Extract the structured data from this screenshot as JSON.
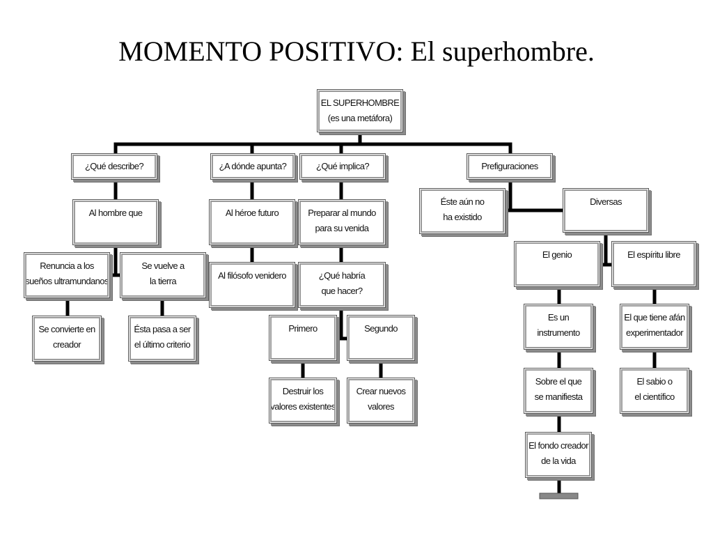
{
  "title": "MOMENTO POSITIVO: El superhombre.",
  "colors": {
    "line": "#000000",
    "border": "#555555",
    "shadow": "#8c8c8c"
  },
  "nodes": {
    "root": "EL SUPERHOMBRE\n(es una metáfora)",
    "que_describe": "¿Qué describe?",
    "a_donde_apunta": "¿A dónde apunta?",
    "que_implica": "¿Qué implica?",
    "prefiguraciones": "Prefiguraciones",
    "al_hombre_que": "Al hombre que",
    "al_heroe_futuro": "Al héroe futuro",
    "preparar_mundo": "Preparar al mundo\npara su venida",
    "este_aun_no": "Éste aún no\nha existido",
    "diversas": "Diversas",
    "renuncia": "Renuncia a los\nsueños ultramundanos",
    "se_vuelve": "Se vuelve a\nla tierra",
    "al_filosofo": "Al filósofo venidero",
    "que_habria": "¿Qué habría\nque hacer?",
    "el_genio": "El genio",
    "espiritu_libre": "El espíritu libre",
    "se_convierte": "Se convierte en\ncreador",
    "esta_pasa": "Ésta pasa a ser\nel último criterio",
    "primero": "Primero",
    "segundo": "Segundo",
    "es_instrumento": "Es un\ninstrumento",
    "afan_experimentador": "El que tiene afán\nexperimentador",
    "destruir": "Destruir los\nvalores existentes",
    "crear": "Crear nuevos\nvalores",
    "sobre_el_que": "Sobre el que\nse manifiesta",
    "sabio": "El sabio o\nel científico",
    "fondo_creador": "El fondo creador\nde la vida"
  }
}
